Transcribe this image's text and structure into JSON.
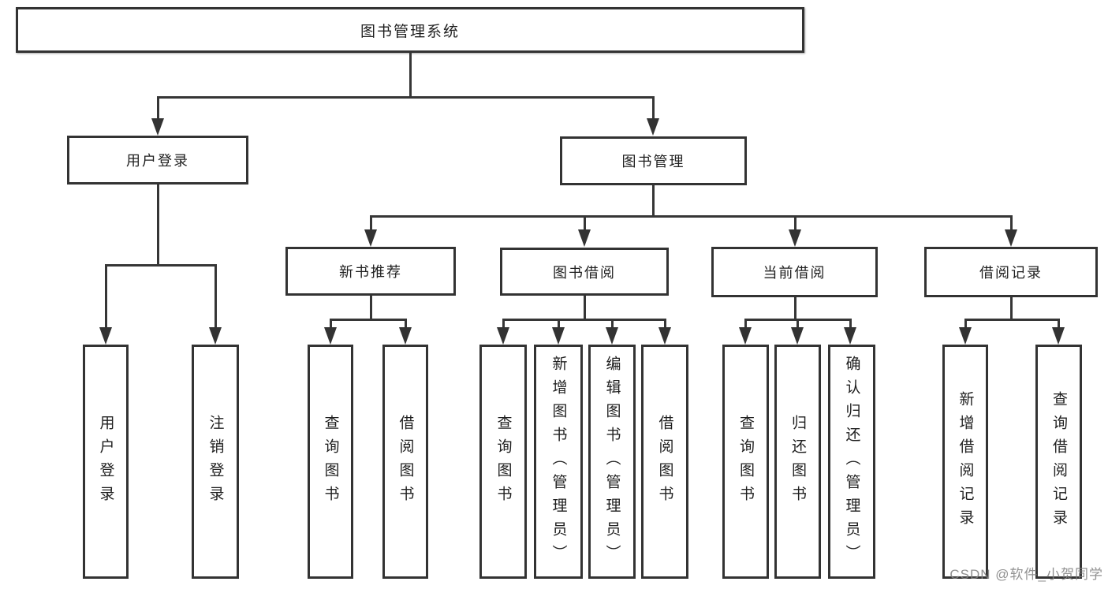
{
  "tree": {
    "root": {
      "label": "图书管理系统"
    },
    "branches": [
      {
        "label": "用户登录",
        "children": [
          {
            "label": "用户登录"
          },
          {
            "label": "注销登录"
          }
        ]
      },
      {
        "label": "图书管理",
        "children": [
          {
            "label": "新书推荐",
            "children": [
              {
                "label": "查询图书"
              },
              {
                "label": "借阅图书"
              }
            ]
          },
          {
            "label": "图书借阅",
            "children": [
              {
                "label": "查询图书"
              },
              {
                "label": "新增图书（管理员）"
              },
              {
                "label": "编辑图书（管理员）"
              },
              {
                "label": "借阅图书"
              }
            ]
          },
          {
            "label": "当前借阅",
            "children": [
              {
                "label": "查询图书"
              },
              {
                "label": "归还图书"
              },
              {
                "label": "确认归还（管理员）"
              }
            ]
          },
          {
            "label": "借阅记录",
            "children": [
              {
                "label": "新增借阅记录"
              },
              {
                "label": "查询借阅记录"
              }
            ]
          }
        ]
      }
    ]
  },
  "watermark": "CSDN @软件_小贺同学",
  "colors": {
    "line": "#333333",
    "text": "#1f1f1f",
    "box_background": "#ffffff",
    "watermark": "#828282"
  }
}
